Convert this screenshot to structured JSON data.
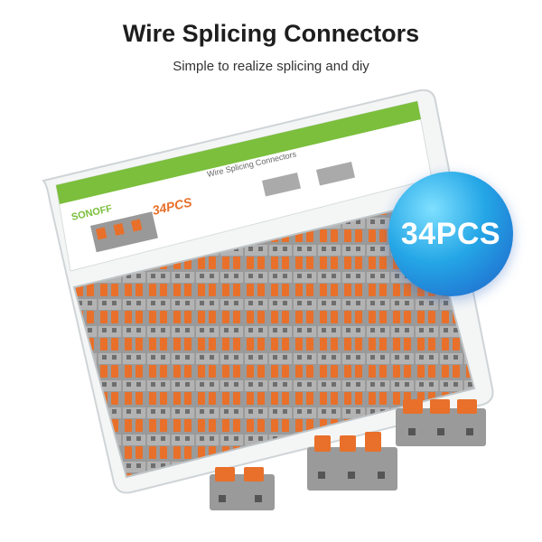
{
  "header": {
    "title": "Wire Splicing Connectors",
    "subtitle": "Simple to realize splicing and diy"
  },
  "badge": {
    "text": "34PCS"
  },
  "box_label": {
    "brand": "SONOFF",
    "heading": "Wire Splicing Connectors",
    "count": "34PCS"
  },
  "colors": {
    "connector_gray": "#8f8f8f",
    "lever_orange": "#e8702a",
    "label_green": "#7bbf3c",
    "badge_blue": "#24a6e6"
  }
}
